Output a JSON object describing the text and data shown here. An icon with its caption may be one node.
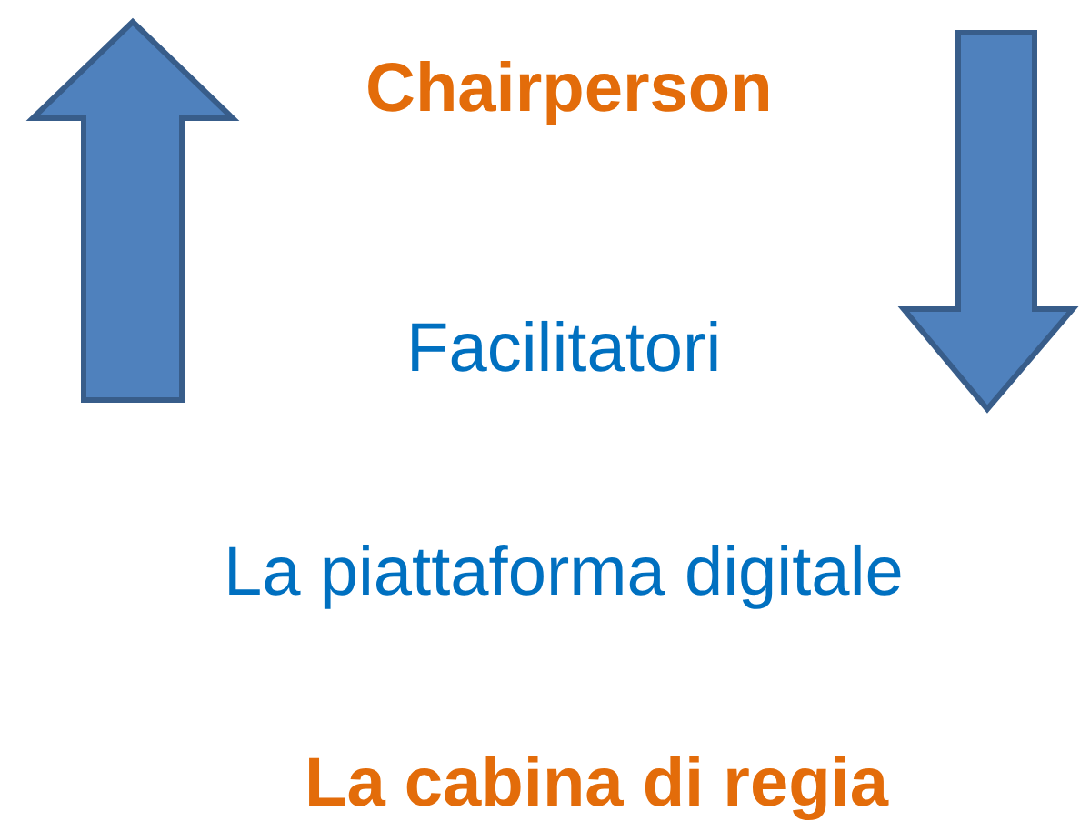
{
  "diagram": {
    "labels": [
      "Chairperson",
      "Facilitatori",
      "La piattaforma digitale",
      "La cabina di regia"
    ]
  }
}
